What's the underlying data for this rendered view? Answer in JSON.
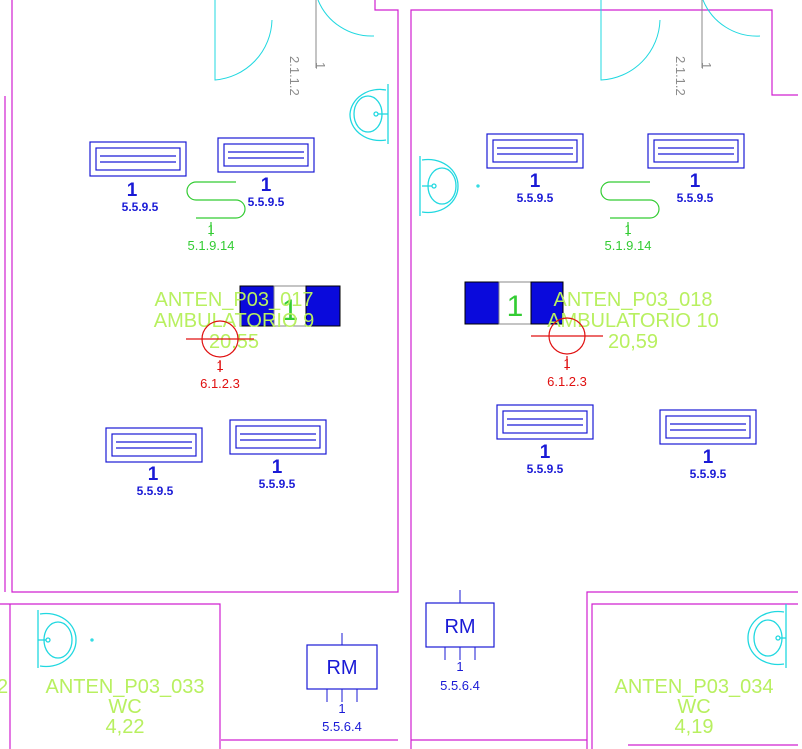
{
  "rooms": [
    {
      "code": "ANTEN_P03_017",
      "name": "AMBULATORIO 9",
      "area": "20,55"
    },
    {
      "code": "ANTEN_P03_018",
      "name": "AMBULATORIO 10",
      "area": "20,59"
    },
    {
      "code": "ANTEN_P03_033",
      "name": "WC",
      "area": "4,22"
    },
    {
      "code": "ANTEN_P03_034",
      "name": "WC",
      "area": "4,19"
    }
  ],
  "fixture": {
    "count": "1",
    "code": "5.5.9.5"
  },
  "radiator": {
    "count": "1",
    "code": "5.1.9.14"
  },
  "detector": {
    "count": "1",
    "code": "6.1.2.3"
  },
  "door": {
    "count": "1",
    "code": "2.1.1.2"
  },
  "rm_box": {
    "label": "RM",
    "count": "1",
    "code": "5.5.6.4"
  },
  "panel": {
    "count": "1"
  },
  "edge_text": "2",
  "colors": {
    "wall": "#d020d0",
    "fixture": "#1a1ad6",
    "sink": "#20d8e0",
    "radiator": "#33cc33",
    "detector": "#e01010",
    "room_label": "#b8f060",
    "door": "#20d8e0"
  }
}
